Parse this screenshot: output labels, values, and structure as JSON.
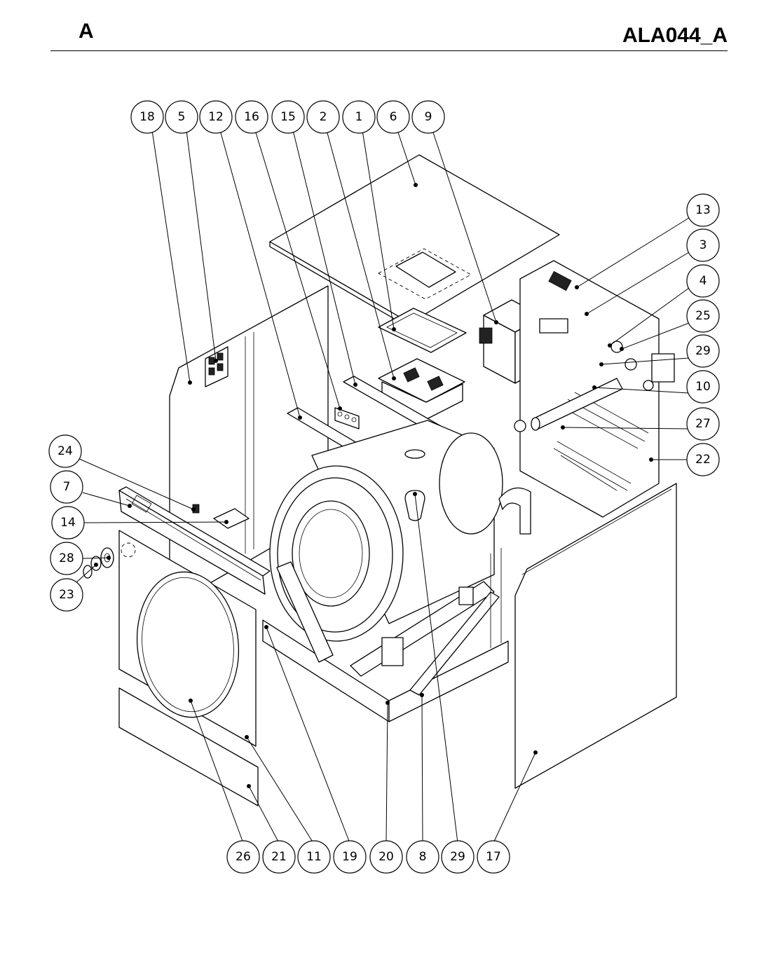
{
  "header": {
    "section_letter": "A",
    "drawing_code": "ALA044_A"
  },
  "callouts": {
    "top": [
      "18",
      "5",
      "12",
      "16",
      "15",
      "2",
      "1",
      "6",
      "9"
    ],
    "right": [
      "13",
      "3",
      "4",
      "25",
      "29",
      "10",
      "27",
      "22"
    ],
    "left": [
      "24",
      "7",
      "14",
      "28",
      "23"
    ],
    "bottom": [
      "26",
      "21",
      "11",
      "19",
      "20",
      "8",
      "29",
      "17"
    ]
  }
}
